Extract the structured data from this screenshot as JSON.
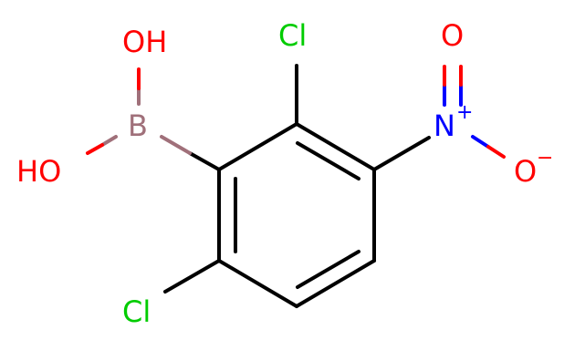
{
  "molecule": {
    "colors": {
      "bond": "#000000",
      "boron": "#a0707a",
      "oxygen": "#ff0000",
      "nitrogen": "#0000ff",
      "chlorine": "#00cc00"
    },
    "atoms": {
      "oh_top": {
        "label": "OH"
      },
      "oh_left": {
        "label": "HO"
      },
      "boron": {
        "label": "B"
      },
      "cl_top": {
        "label": "Cl"
      },
      "cl_bottom": {
        "label": "Cl"
      },
      "nitrogen": {
        "label": "N",
        "charge": "+"
      },
      "oxygen_double": {
        "label": "O"
      },
      "oxygen_single": {
        "label": "O",
        "charge": "−"
      }
    }
  }
}
